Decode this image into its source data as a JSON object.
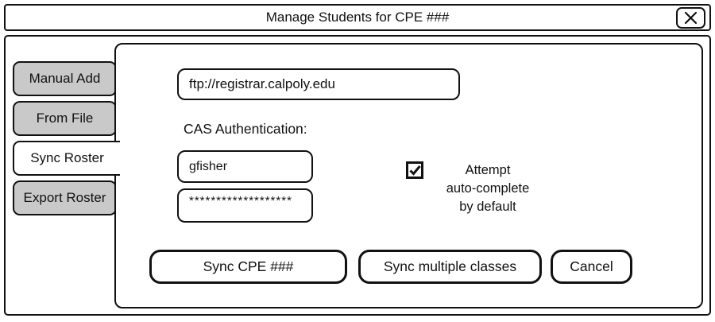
{
  "window": {
    "title": "Manage Students for CPE ###"
  },
  "tabs": {
    "items": [
      {
        "label": "Manual Add",
        "active": false
      },
      {
        "label": "From File",
        "active": false
      },
      {
        "label": "Sync Roster",
        "active": true
      },
      {
        "label": "Export Roster",
        "active": false
      }
    ]
  },
  "sync_panel": {
    "server_url_input": {
      "value": "ftp://registrar.calpoly.edu"
    },
    "cas_auth_label": "CAS Authentication:",
    "username_input": {
      "value": "gfisher"
    },
    "password_input": {
      "value": "*******************"
    },
    "autocomplete_checkbox": {
      "checked": true,
      "label_line1": "Attempt",
      "label_line2": "auto-complete",
      "label_line3": "by default"
    },
    "sync_button_label": "Sync CPE ###",
    "sync_multiple_button_label": "Sync multiple classes",
    "cancel_button_label": "Cancel"
  },
  "colors": {
    "border": "#111111",
    "tab_inactive_bg": "#c9c9c9",
    "panel_bg": "#ffffff"
  }
}
